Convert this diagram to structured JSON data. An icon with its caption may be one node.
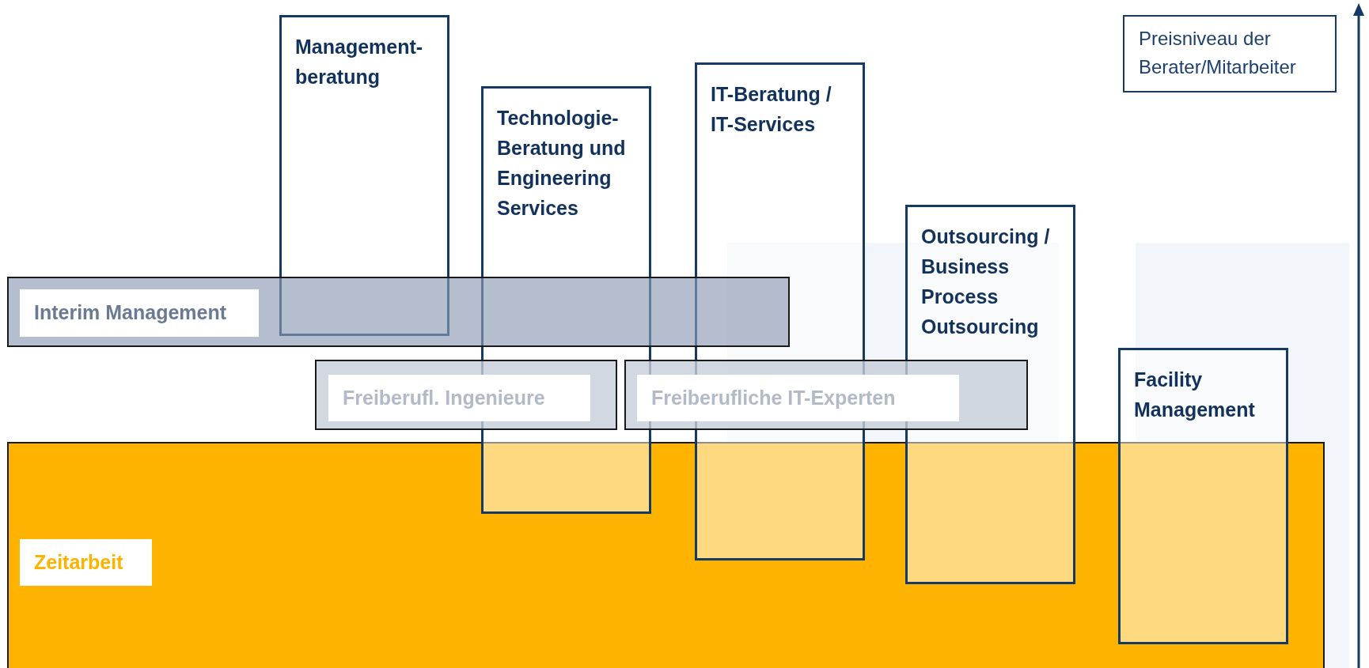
{
  "diagram": {
    "nodes": [
      {
        "text": [
          "Management- beratung"
        ]
      },
      {
        "text": [
          "Technologie- Beratung und Engineering Services"
        ]
      },
      {
        "text": [
          "IT-Beratung / IT-Services"
        ]
      },
      {
        "text": [
          "Preisniveau der Berater/Mitarbeiter"
        ]
      },
      {
        "text": [
          "Outsourcing / Business Process Outsourcing"
        ]
      },
      {
        "text": [
          "Interim Management"
        ]
      },
      {
        "text": [
          "Freiberufl. Ingenieure"
        ]
      },
      {
        "text": [
          "Freiberufliche IT-Experten"
        ]
      },
      {
        "text": [
          "Facility Management"
        ]
      },
      {
        "text": [
          "Zeitarbeit"
        ]
      }
    ]
  }
}
